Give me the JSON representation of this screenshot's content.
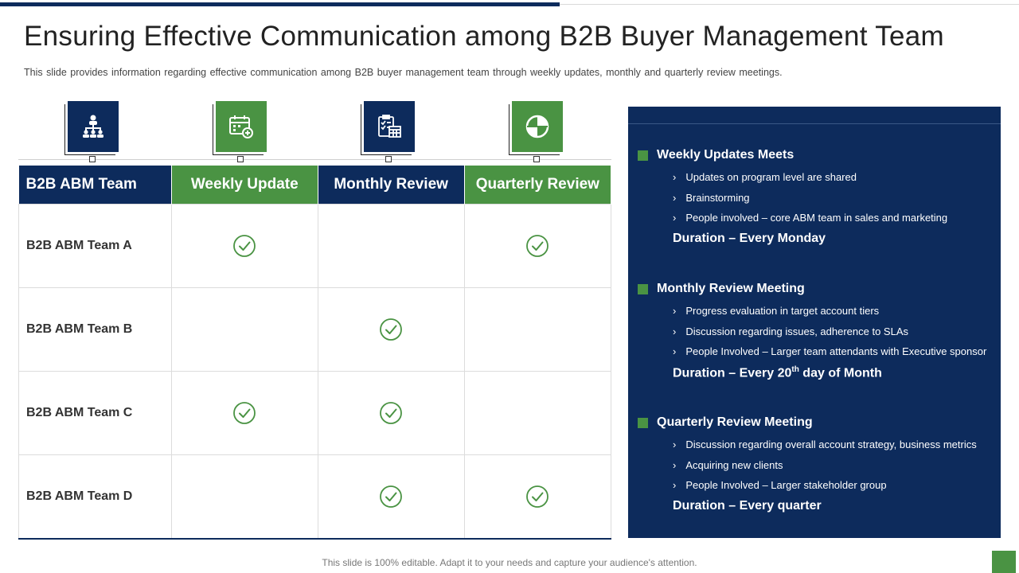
{
  "header": {
    "title": "Ensuring Effective Communication among B2B Buyer Management Team",
    "subtitle": "This slide provides information regarding effective communication among B2B buyer management team through weekly updates, monthly and quarterly review meetings."
  },
  "icons": [
    "org-chart-icon",
    "calendar-add-icon",
    "checklist-calendar-icon",
    "pie-chart-icon"
  ],
  "colors": {
    "navy": "#0d2b5c",
    "green": "#4a9343"
  },
  "table": {
    "headers": [
      "B2B ABM Team",
      "Weekly Update",
      "Monthly Review",
      "Quarterly Review"
    ],
    "rows": [
      {
        "label": "B2B ABM Team A",
        "checks": [
          true,
          false,
          true
        ]
      },
      {
        "label": "B2B ABM Team B",
        "checks": [
          false,
          true,
          false
        ]
      },
      {
        "label": "B2B ABM Team C",
        "checks": [
          true,
          true,
          false
        ]
      },
      {
        "label": "B2B ABM Team D",
        "checks": [
          false,
          true,
          true
        ]
      }
    ]
  },
  "panel": {
    "sections": [
      {
        "title": "Weekly Updates Meets",
        "bullets": [
          "Updates on program level are shared",
          "Brainstorming",
          "People involved  – core ABM team in sales and marketing"
        ],
        "duration": "Duration – Every Monday"
      },
      {
        "title": "Monthly Review Meeting",
        "bullets": [
          "Progress evaluation  in target account tiers",
          "Discussion regarding  issues, adherence to SLAs",
          "People Involved  – Larger team attendants with Executive sponsor"
        ],
        "duration_pre": "Duration – Every 20",
        "duration_sup": "th",
        "duration_post": " day of Month"
      },
      {
        "title": "Quarterly Review Meeting",
        "bullets": [
          "Discussion regarding overall account strategy, business  metrics",
          "Acquiring new clients",
          "People Involved  – Larger stakeholder group"
        ],
        "duration": "Duration – Every quarter"
      }
    ]
  },
  "footer": {
    "text": "This slide is 100% editable. Adapt it to your needs and capture your audience's attention."
  }
}
